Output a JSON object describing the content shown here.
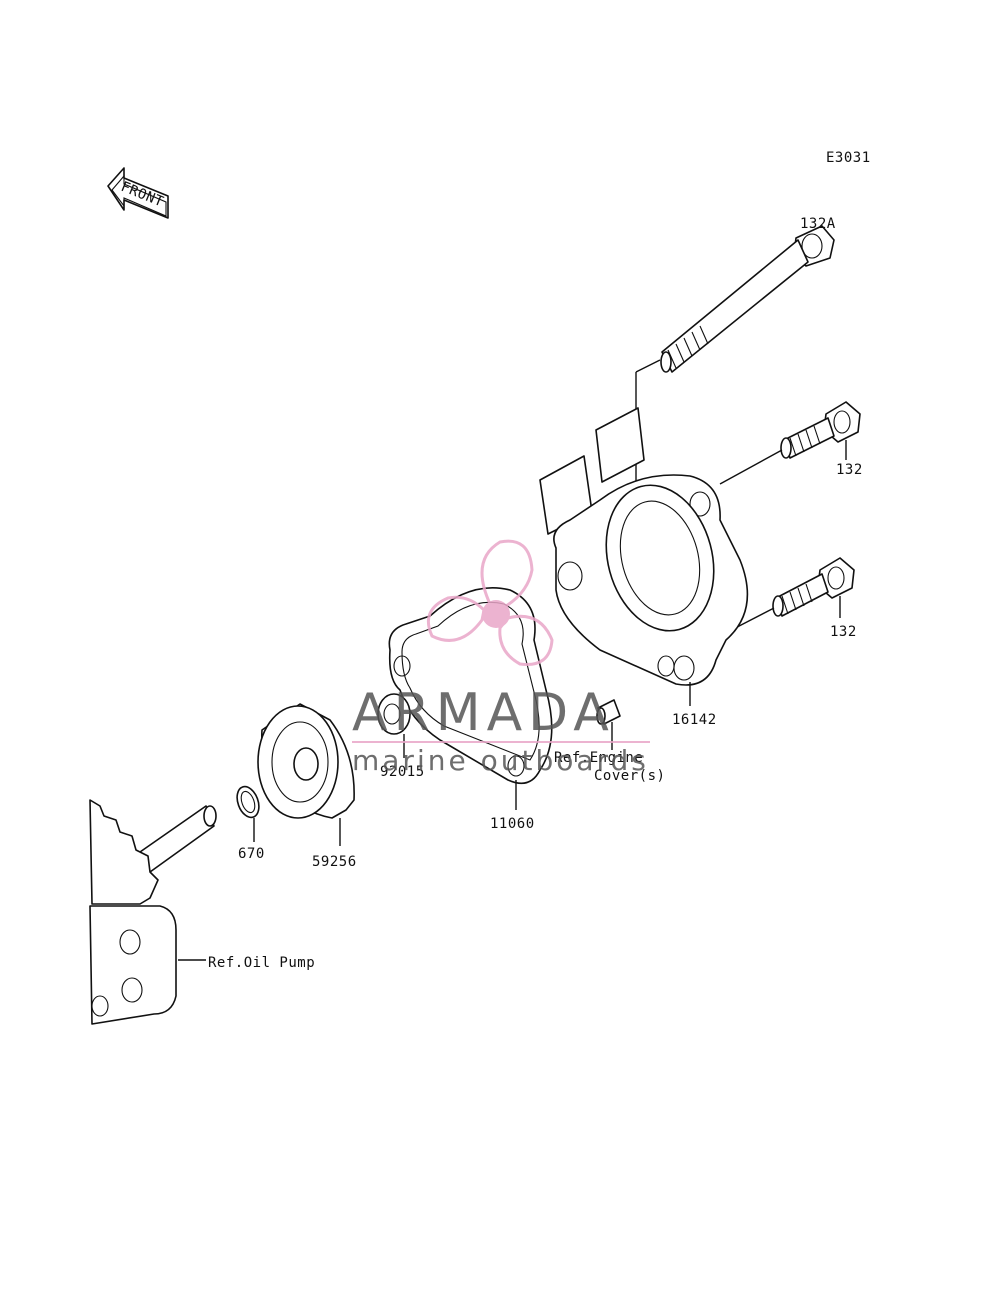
{
  "diagram_code": "E3031",
  "front_arrow_label": "FRONT",
  "parts": [
    {
      "id": "132A"
    },
    {
      "id": "132"
    },
    {
      "id": "132"
    },
    {
      "id": "16142"
    },
    {
      "id": "11060"
    },
    {
      "id": "92015"
    },
    {
      "id": "59256"
    },
    {
      "id": "670"
    }
  ],
  "references": {
    "engine_cover_line1": "Ref.Engine",
    "engine_cover_line2": "Cover(s)",
    "oil_pump": "Ref.Oil Pump"
  },
  "watermark": {
    "brand": "ARMADA",
    "tagline": "marine outboards",
    "color": "#e9a6c8"
  }
}
